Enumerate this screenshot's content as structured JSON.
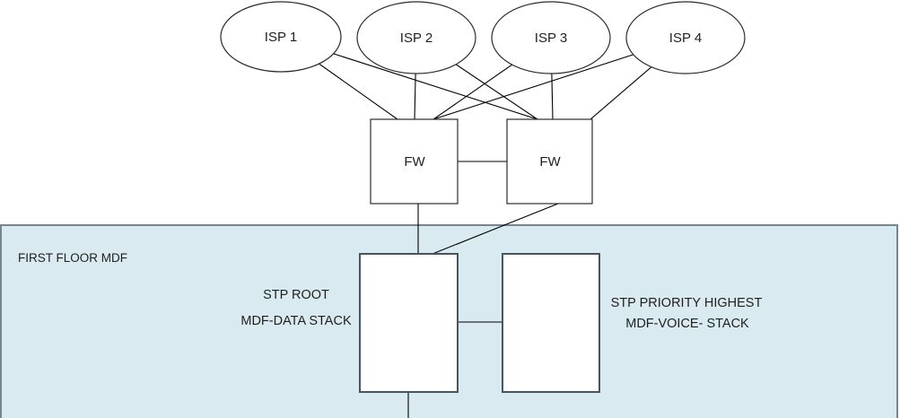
{
  "diagram": {
    "isp_nodes": [
      {
        "label": "ISP 1"
      },
      {
        "label": "ISP 2"
      },
      {
        "label": "ISP 3"
      },
      {
        "label": "ISP 4"
      }
    ],
    "firewalls": [
      {
        "label": "FW"
      },
      {
        "label": "FW"
      }
    ],
    "zone": {
      "label": "FIRST FLOOR MDF",
      "fill": "#daeaf1",
      "border": "#76858f"
    },
    "data_stack": {
      "caption_line1": "STP ROOT",
      "caption_line2": "MDF-DATA STACK"
    },
    "voice_stack": {
      "caption_line1": "STP PRIORITY HIGHEST",
      "caption_line2": "MDF-VOICE- STACK"
    },
    "colors": {
      "connector_line": "#000000",
      "shape_fill": "#ffffff",
      "node_border": "#2b2b2b",
      "stack_border": "#46555f",
      "text": "#1f1f1f"
    }
  }
}
